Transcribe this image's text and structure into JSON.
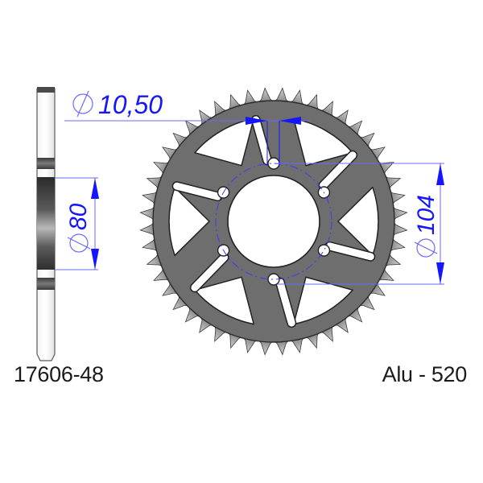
{
  "product": {
    "part_number": "17606-48",
    "material_pitch": "Alu - 520",
    "teeth_count": 48,
    "bolt_holes": 6
  },
  "dimensions": {
    "bolt_hole_diameter": {
      "symbol": "⌀",
      "value": "10,50"
    },
    "center_bore_diameter": {
      "symbol": "⌀",
      "value": "80"
    },
    "bolt_circle_diameter": {
      "symbol": "⌀",
      "value": "104"
    }
  },
  "colors": {
    "dimension": "#1515ff",
    "dimension_line": "#6a6aff",
    "sprocket_body": "#6e6e6e",
    "sprocket_edge": "#2a2a2a",
    "text": "#1a1a1a"
  }
}
